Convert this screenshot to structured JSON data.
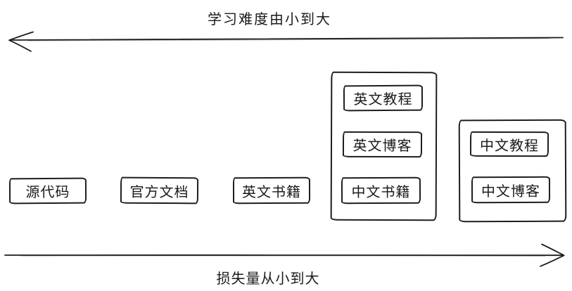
{
  "axes": {
    "top": {
      "label": "学习难度由小到大",
      "arrow_direction": "left"
    },
    "bottom": {
      "label": "损失量从小到大",
      "arrow_direction": "right"
    }
  },
  "sequence": [
    {
      "type": "box",
      "label": "源代码"
    },
    {
      "type": "box",
      "label": "官方文档"
    },
    {
      "type": "box",
      "label": "英文书籍"
    },
    {
      "type": "group",
      "items": [
        "英文教程",
        "英文博客",
        "中文书籍"
      ]
    },
    {
      "type": "group",
      "items": [
        "中文教程",
        "中文博客"
      ]
    }
  ],
  "colors": {
    "stroke": "#1d1d1d",
    "text": "#1a1a1a",
    "background": "#ffffff"
  }
}
